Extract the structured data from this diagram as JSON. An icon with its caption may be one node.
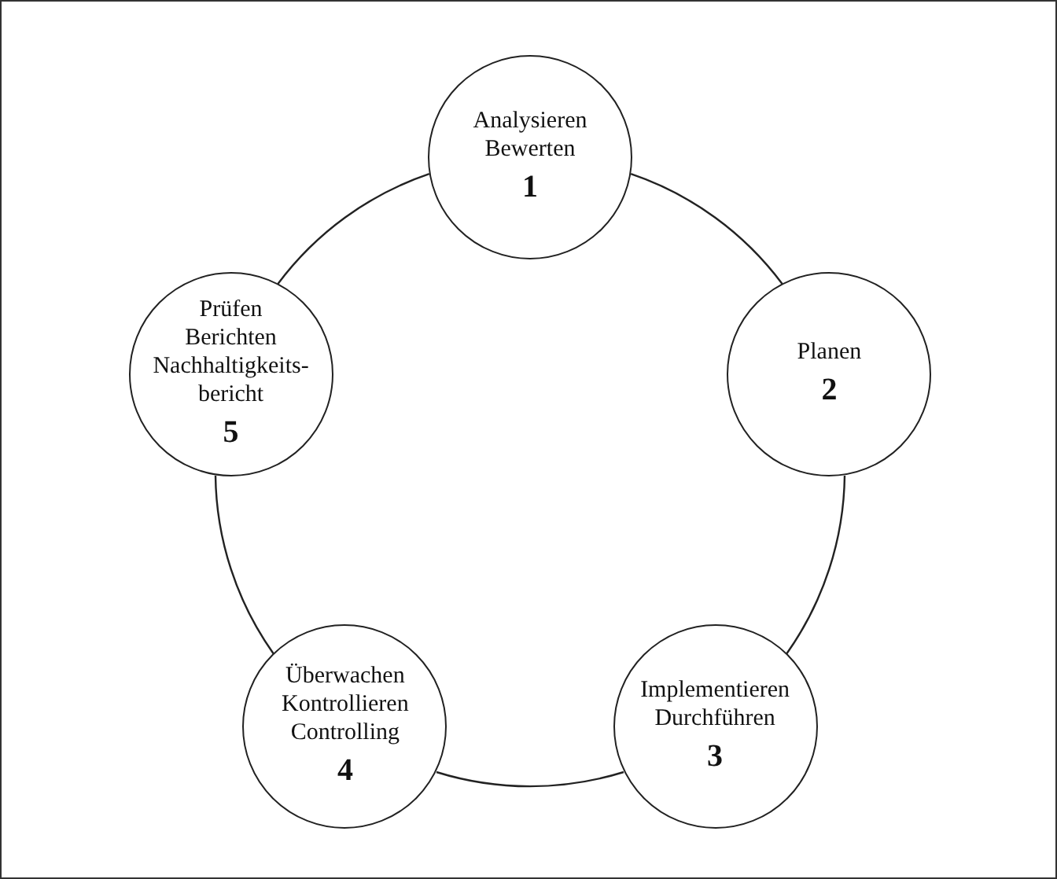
{
  "diagram": {
    "nodes": [
      {
        "text": [
          "Analysieren",
          "Bewerten",
          "1"
        ]
      },
      {
        "text": [
          "Planen",
          "2"
        ]
      },
      {
        "text": [
          "Implementieren",
          "Durchführen",
          "3"
        ]
      },
      {
        "text": [
          "Überwachen",
          "Kontrollieren",
          "Controlling",
          "4"
        ]
      },
      {
        "text": [
          "Prüfen",
          "Berichten",
          "Nachhaltigkeits- bericht",
          "5"
        ]
      }
    ],
    "edges": [
      {
        "from": 0,
        "to": 1,
        "arrow": "none"
      },
      {
        "from": 1,
        "to": 2,
        "arrow": "none"
      },
      {
        "from": 2,
        "to": 3,
        "arrow": "none"
      },
      {
        "from": 3,
        "to": 4,
        "arrow": "none"
      },
      {
        "from": 4,
        "to": 0,
        "arrow": "none"
      }
    ]
  }
}
